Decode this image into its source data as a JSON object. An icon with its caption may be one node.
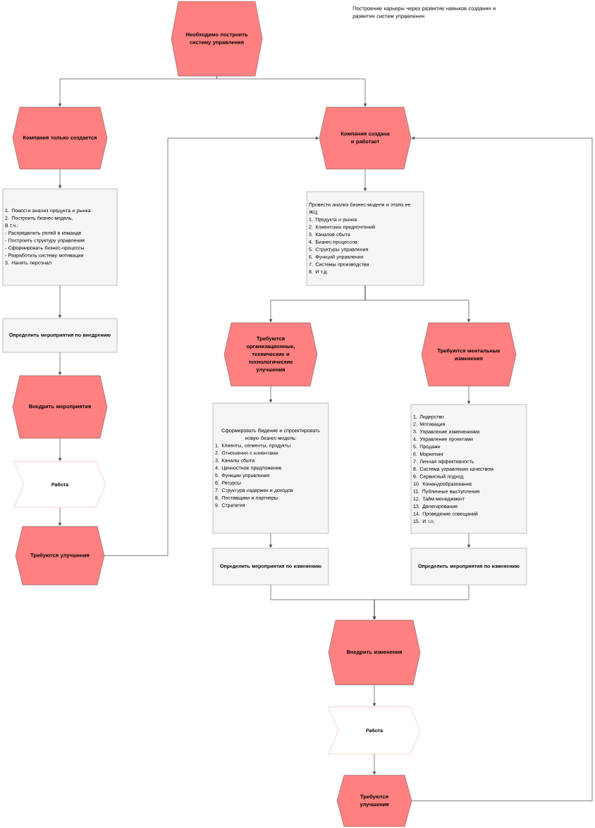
{
  "diagram": {
    "title": "Построение карьеры через развитие навыков создания и развития систем управления",
    "nodes": [
      {
        "text": [
          "Необходимо построить систему управления"
        ]
      },
      {
        "text": [
          "Компания только создается"
        ]
      },
      {
        "text": [
          "1. Повести анализ продукта и рынка",
          "2. Построить бизнес-модель,",
          "В т.ч.:",
          "- Распределить ролей в команде",
          "- Построить структуру управления",
          "- Сформировать бизнес-процессы",
          "- Разработать систему мотивации",
          "3. Нанять персонал"
        ]
      },
      {
        "text": [
          "Определить мероприятия по внедрению"
        ]
      },
      {
        "text": [
          "Внедрить мероприятия"
        ]
      },
      {
        "text": [
          "Работа"
        ]
      },
      {
        "text": [
          "Требуются улучшения"
        ]
      },
      {
        "text": [
          "Компания создана и работает"
        ]
      },
      {
        "text": [
          "Провести анализ бизнес-модели и этапа ее ЖЦ:",
          "1. Продукта и рынка",
          "2. Клиентских предпочтений",
          "3. Каналов сбыта",
          "4. Бизнес-процессов",
          "5. Структуры управления",
          "6. Функций управления",
          "7. Системы производства",
          "8. И т.д."
        ]
      },
      {
        "text": [
          "Требуются организационные, технические и технологические улучшения"
        ]
      },
      {
        "text": [
          "Требуются ментальные изменения"
        ]
      },
      {
        "text": [
          "Сформировать Видение и спроектировать новую бизнес-модель:",
          "1. Клиенты, сегменты, продукты",
          "2. Отношения с клиентами",
          "3. Каналы сбыта",
          "4. Ценностное предложение",
          "5. Функции управления",
          "6. Ресурсы",
          "7. Структура издержек и доходов",
          "8. Поставщики и партнеры",
          "9. Стратегия"
        ]
      },
      {
        "text": [
          "1. Лидерство",
          "2. Мотивация",
          "3. Управление изменениями",
          "4. Управление проектами",
          "5. Продажи",
          "6. Маркетинг",
          "7. Личная эффективность",
          "8. Система управления качеством",
          "9. Сервисный подход",
          "10. Командообразование",
          "11. Публичные выступления",
          "12. Тайм-менеджмент",
          "13. Делегирование",
          "14. Проведение совещаний",
          "15. И т.п."
        ]
      },
      {
        "text": [
          "Определить мероприятия по изменению"
        ]
      },
      {
        "text": [
          "Определить мероприятия по изменению"
        ]
      },
      {
        "text": [
          "Внедрить изменения"
        ]
      },
      {
        "text": [
          "Работа"
        ]
      },
      {
        "text": [
          "Требуются улучшения"
        ]
      }
    ],
    "edges": [
      {
        "from": 0,
        "to": 1,
        "arrow": "to"
      },
      {
        "from": 0,
        "to": 7,
        "arrow": "to"
      },
      {
        "from": 1,
        "to": 2,
        "arrow": "to"
      },
      {
        "from": 2,
        "to": 3,
        "arrow": "to"
      },
      {
        "from": 3,
        "to": 4,
        "arrow": "to"
      },
      {
        "from": 4,
        "to": 5,
        "arrow": "to"
      },
      {
        "from": 5,
        "to": 6,
        "arrow": "to"
      },
      {
        "from": 6,
        "to": 7,
        "arrow": "to"
      },
      {
        "from": 7,
        "to": 8,
        "arrow": "to"
      },
      {
        "from": 8,
        "to": 9,
        "arrow": "to"
      },
      {
        "from": 8,
        "to": 10,
        "arrow": "to"
      },
      {
        "from": 9,
        "to": 11,
        "arrow": "to"
      },
      {
        "from": 10,
        "to": 12,
        "arrow": "to"
      },
      {
        "from": 11,
        "to": 13,
        "arrow": "to"
      },
      {
        "from": 12,
        "to": 14,
        "arrow": "to"
      },
      {
        "from": 13,
        "to": 15,
        "arrow": "to"
      },
      {
        "from": 14,
        "to": 15,
        "arrow": "to"
      },
      {
        "from": 15,
        "to": 16,
        "arrow": "to"
      },
      {
        "from": 16,
        "to": 17,
        "arrow": "to"
      },
      {
        "from": 17,
        "to": 7,
        "arrow": "to"
      }
    ]
  }
}
